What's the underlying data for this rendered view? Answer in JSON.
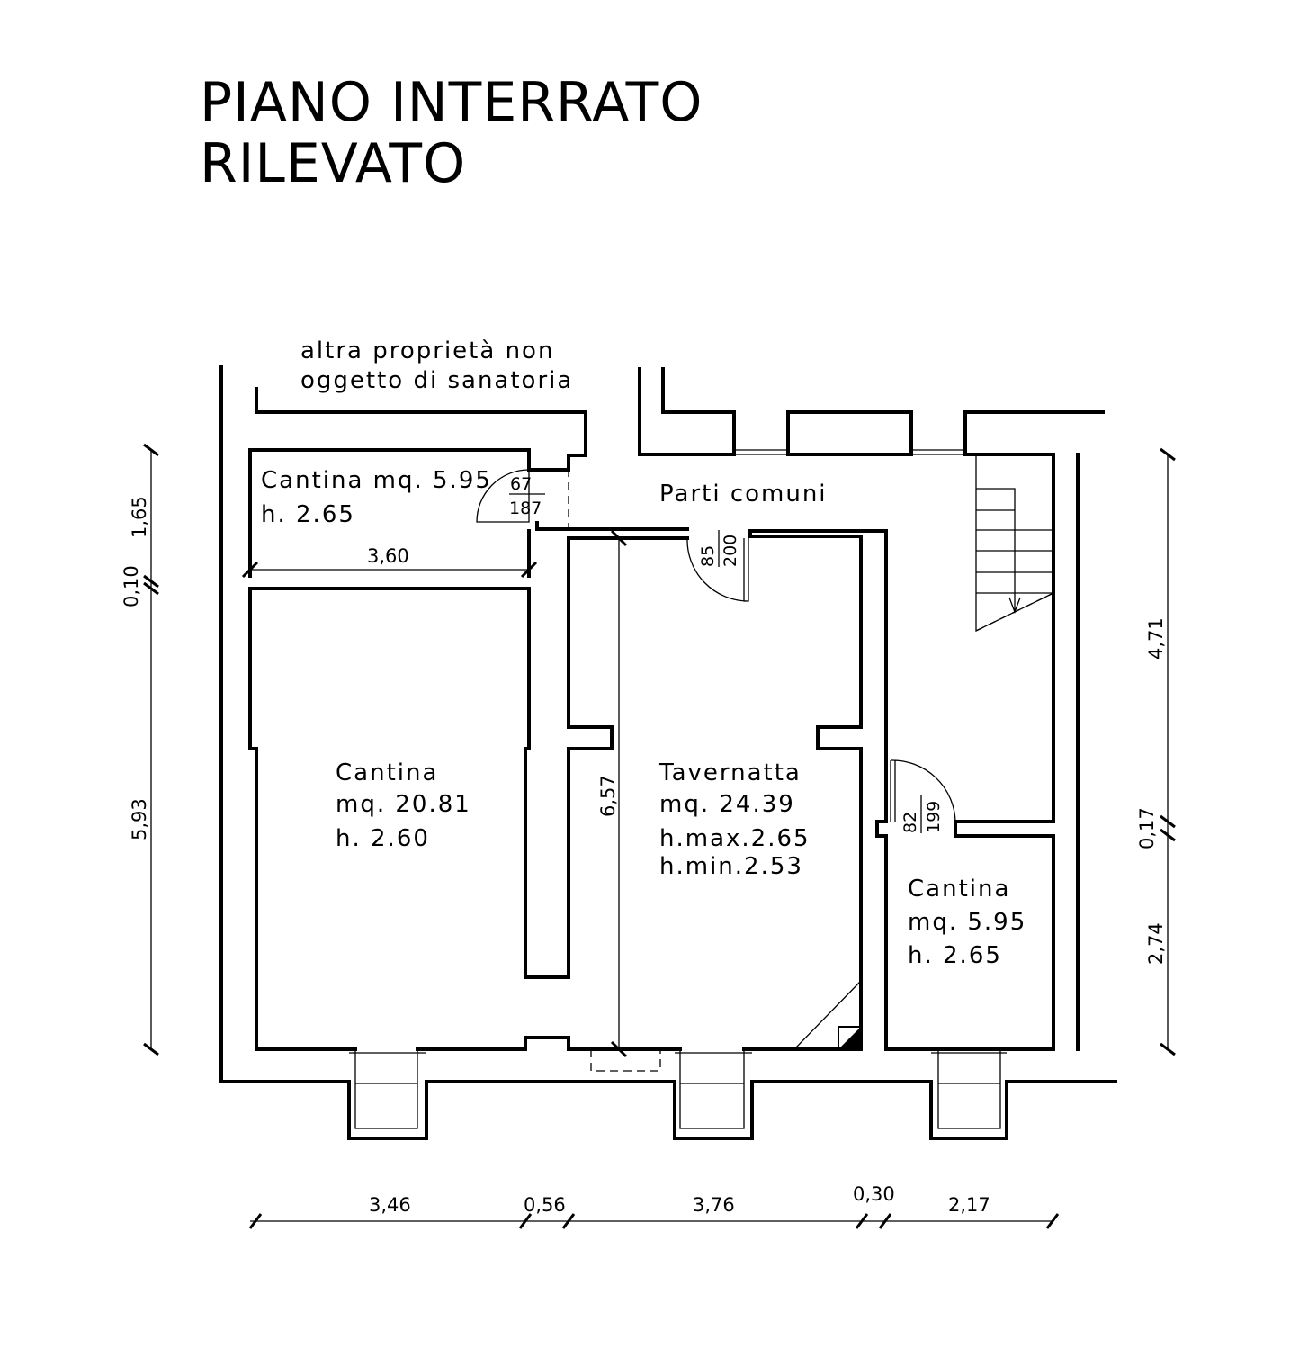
{
  "title": {
    "line1": "PIANO INTERRATO",
    "line2": "RILEVATO"
  },
  "note": {
    "line1": "altra proprietà non",
    "line2": "oggetto di sanatoria"
  },
  "rooms": {
    "cantina_top": {
      "name": "Cantina mq. 5.95",
      "height": "h. 2.65"
    },
    "cantina_large": {
      "name": "Cantina",
      "area": "mq. 20.81",
      "height": "h. 2.60"
    },
    "tavernatta": {
      "name": "Tavernatta",
      "area": "mq. 24.39",
      "hmax": "h.max.2.65",
      "hmin": "h.min.2.53"
    },
    "cantina_right": {
      "name": "Cantina",
      "area": "mq. 5.95",
      "height": "h. 2.65"
    },
    "parti_comuni": {
      "name": "Parti comuni"
    }
  },
  "doors": [
    {
      "width": "67",
      "height": "187"
    },
    {
      "width": "85",
      "height": "200"
    },
    {
      "width": "82",
      "height": "199"
    }
  ],
  "dimensions": {
    "bottom": [
      "3,46",
      "0,56",
      "3,76",
      "0,30",
      "2,17"
    ],
    "left": [
      "1,65",
      "0,10",
      "5,93"
    ],
    "right": [
      "4,71",
      "0,17",
      "2,74"
    ],
    "inner_horizontal": "3,60",
    "inner_vertical": "6,57"
  }
}
